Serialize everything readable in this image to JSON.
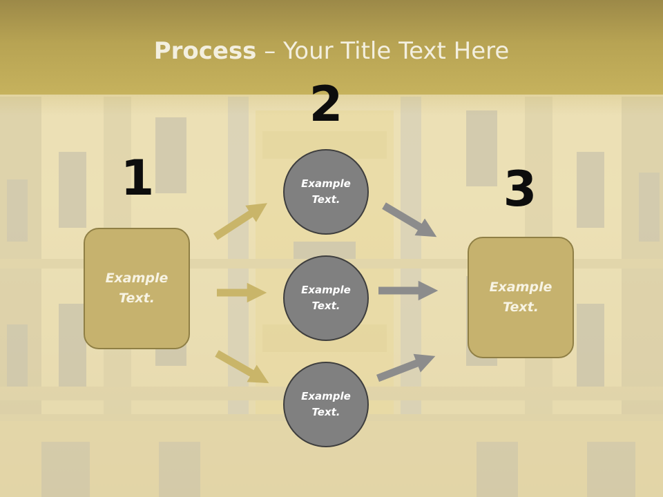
{
  "slide": {
    "title_bold": "Process",
    "title_rest": " – Your Title Text Here"
  },
  "steps": {
    "one": "1",
    "two": "2",
    "three": "3"
  },
  "nodes": {
    "left_box": "Example\nText.",
    "circle_top": "Example\nText.",
    "circle_middle": "Example\nText.",
    "circle_bottom": "Example\nText.",
    "right_box": "Example\nText."
  },
  "colors": {
    "header": "#b7a353",
    "box_fill": "#c6b26e",
    "circle_fill": "#808080",
    "arrow_gold": "#c9b569",
    "arrow_gray": "#8c8c8c"
  }
}
